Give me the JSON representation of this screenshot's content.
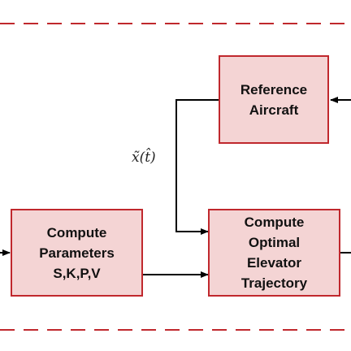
{
  "diagram": {
    "blocks": {
      "reference_aircraft": {
        "lines": [
          "Reference",
          "Aircraft"
        ]
      },
      "compute_parameters": {
        "lines": [
          "Compute",
          "Parameters",
          "S,K,P,V"
        ]
      },
      "compute_trajectory": {
        "lines": [
          "Compute",
          "Optimal",
          "Elevator",
          "Trajectory"
        ]
      }
    },
    "signal_label": "x̃(t̂)",
    "colors": {
      "block_fill": "#f4d4d4",
      "block_border": "#c0282d",
      "dashed_boundary": "#c0282d",
      "arrows": "#000000",
      "text": "#111111"
    }
  }
}
